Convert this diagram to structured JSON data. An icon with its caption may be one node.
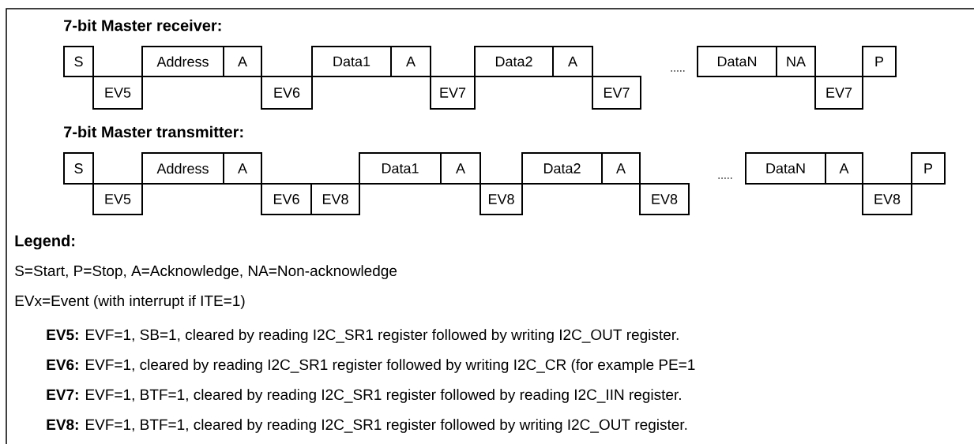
{
  "diagram": {
    "nodes": [
      {
        "text": [
          "S"
        ]
      },
      {
        "text": [
          "EV5"
        ]
      },
      {
        "text": [
          "Address"
        ]
      },
      {
        "text": [
          "A"
        ]
      },
      {
        "text": [
          "EV6"
        ]
      },
      {
        "text": [
          "Data1"
        ]
      },
      {
        "text": [
          "A"
        ]
      },
      {
        "text": [
          "EV7"
        ]
      },
      {
        "text": [
          "Data2"
        ]
      },
      {
        "text": [
          "A"
        ]
      },
      {
        "text": [
          "EV7"
        ]
      },
      {
        "text": [
          "DataN"
        ]
      },
      {
        "text": [
          "NA"
        ]
      },
      {
        "text": [
          "EV7"
        ]
      },
      {
        "text": [
          "P"
        ]
      },
      {
        "text": [
          "S"
        ]
      },
      {
        "text": [
          "EV5"
        ]
      },
      {
        "text": [
          "Address"
        ]
      },
      {
        "text": [
          "A"
        ]
      },
      {
        "text": [
          "EV6"
        ]
      },
      {
        "text": [
          "EV8"
        ]
      },
      {
        "text": [
          "Data1"
        ]
      },
      {
        "text": [
          "A"
        ]
      },
      {
        "text": [
          "EV8"
        ]
      },
      {
        "text": [
          "Data2"
        ]
      },
      {
        "text": [
          "A"
        ]
      },
      {
        "text": [
          "EV8"
        ]
      },
      {
        "text": [
          "DataN"
        ]
      },
      {
        "text": [
          "A"
        ]
      },
      {
        "text": [
          "EV8"
        ]
      },
      {
        "text": [
          "P"
        ]
      }
    ],
    "labels": [
      "7-bit Master receiver:",
      ".....",
      "7-bit Master transmitter:",
      ".....",
      "Legend:",
      "S=Start, P=Stop, A=Acknowledge, NA=Non-acknowledge",
      "EVx=Event (with interrupt if ITE=1)",
      "**EV5:** EVF=1, SB=1, cleared by reading I2C_SR1 register followed by writing I2C_OUT register.",
      "**EV6:** EVF=1, cleared by reading I2C_SR1 register followed by writing I2C_CR (for example PE=1",
      "**EV7:** EVF=1, BTF=1, cleared by reading I2C_SR1 register followed by reading I2C_IIN register.",
      "**EV8:** EVF=1, BTF=1, cleared by reading I2C_SR1 register followed by writing I2C_OUT register."
    ]
  }
}
